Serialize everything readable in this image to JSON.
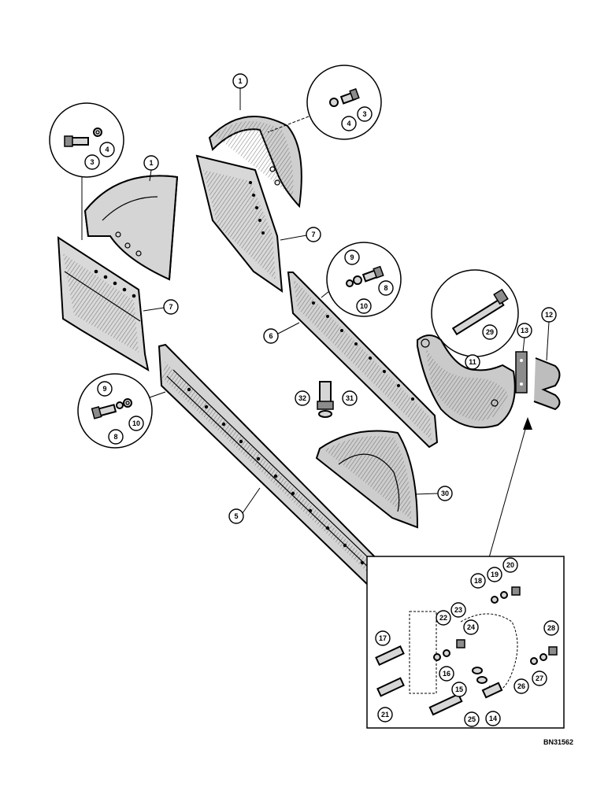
{
  "diagram": {
    "ref_code": "BN31562",
    "callouts": {
      "c1a": "1",
      "c1b": "1",
      "c3a": "3",
      "c3b": "3",
      "c4a": "4",
      "c4b": "4",
      "c5": "5",
      "c6": "6",
      "c7a": "7",
      "c7b": "7",
      "c8a": "8",
      "c8b": "8",
      "c9a": "9",
      "c9b": "9",
      "c10a": "10",
      "c10b": "10",
      "c11": "11",
      "c12": "12",
      "c13": "13",
      "c14": "14",
      "c15": "15",
      "c16": "16",
      "c17": "17",
      "c18": "18",
      "c19": "19",
      "c20": "20",
      "c21": "21",
      "c22": "22",
      "c23": "23",
      "c24": "24",
      "c25": "25",
      "c26": "26",
      "c27": "27",
      "c28": "28",
      "c29": "29",
      "c30": "30",
      "c31": "31",
      "c32": "32"
    }
  }
}
